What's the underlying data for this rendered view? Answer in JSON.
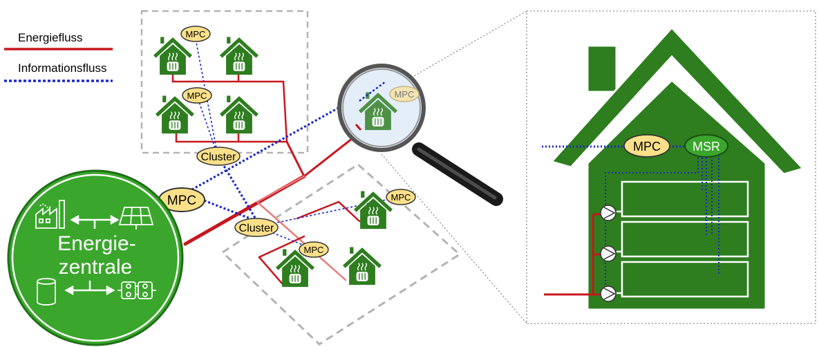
{
  "legend": {
    "energy_label": "Energiefluss",
    "info_label": "Informationsfluss",
    "energy_color": "#c8161d",
    "info_color": "#1a26c8"
  },
  "central": {
    "line1": "Energie-",
    "line2": "zentrale",
    "icons": [
      "factory-icon",
      "solar-panel-icon",
      "storage-tank-icon",
      "heat-exchanger-icon"
    ]
  },
  "labels": {
    "mpc": "MPC",
    "cluster": "Cluster",
    "msr": "MSR"
  },
  "colors": {
    "house_green": "#2e7d1f",
    "central_green": "#3aa62c",
    "mpc_fill": "#fbe08a",
    "msr_fill": "#3aa62c"
  },
  "icons": {
    "house": "house-heating-icon",
    "magnifier": "magnifying-glass-icon",
    "pump": "pump-icon"
  }
}
